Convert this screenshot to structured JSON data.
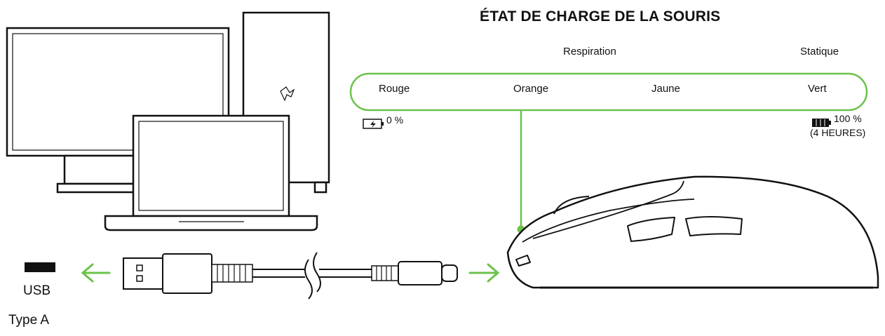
{
  "title": "ÉTAT DE CHARGE DE LA SOURIS",
  "modes": [
    "Respiration",
    "Statique"
  ],
  "colors": [
    "Rouge",
    "Orange",
    "Jaune",
    "Vert"
  ],
  "charge_low": "0 %",
  "charge_full": "100 %",
  "charge_full_time": "(4 HEURES)",
  "usb_label": "USB",
  "usb_type": "Type A",
  "accent_color": "#6cc24a",
  "icons": [
    "monitor-icon",
    "pc-tower-icon",
    "laptop-icon",
    "usb-port-icon",
    "usb-cable-icon",
    "mouse-icon",
    "battery-charging-icon",
    "battery-full-icon"
  ]
}
